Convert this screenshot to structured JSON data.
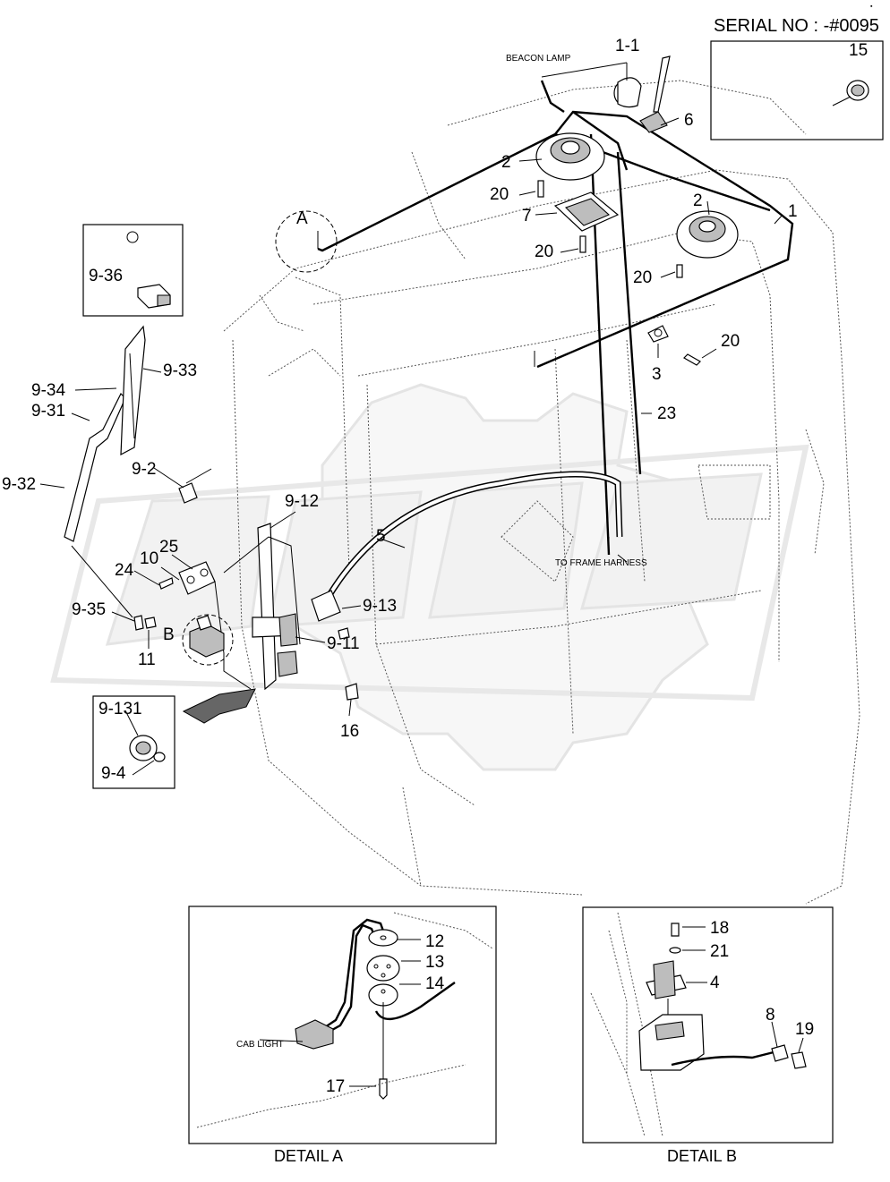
{
  "header": {
    "serial": "SERIAL NO : -#0095",
    "corner_mark": "▪"
  },
  "annotations": {
    "beacon_lamp": "BEACON LAMP",
    "to_frame_harness": "TO FRAME HARNESS",
    "cab_light": "CAB LIGHT",
    "detail_a_marker": "A",
    "detail_b_marker": "B"
  },
  "detail_titles": {
    "a": "DETAIL A",
    "b": "DETAIL B"
  },
  "part_numbers": {
    "p1": "1",
    "p1_1": "1-1",
    "p2a": "2",
    "p2b": "2",
    "p3": "3",
    "p4": "4",
    "p5": "5",
    "p6": "6",
    "p7": "7",
    "p8": "8",
    "p9_2": "9-2",
    "p9_4": "9-4",
    "p9_11": "9-11",
    "p9_12": "9-12",
    "p9_13": "9-13",
    "p9_31": "9-31",
    "p9_32": "9-32",
    "p9_33": "9-33",
    "p9_34": "9-34",
    "p9_35": "9-35",
    "p9_36": "9-36",
    "p9_131": "9-131",
    "p10": "10",
    "p11": "11",
    "p12": "12",
    "p13": "13",
    "p14": "14",
    "p15": "15",
    "p16": "16",
    "p17": "17",
    "p18": "18",
    "p19": "19",
    "p20a": "20",
    "p20b": "20",
    "p20c": "20",
    "p20d": "20",
    "p21": "21",
    "p23": "23",
    "p24": "24",
    "p25": "25"
  },
  "colors": {
    "line": "#000000",
    "cab_outline": "#555555",
    "watermark": "#e6e6e6",
    "part_fill": "#bdbdbd"
  }
}
